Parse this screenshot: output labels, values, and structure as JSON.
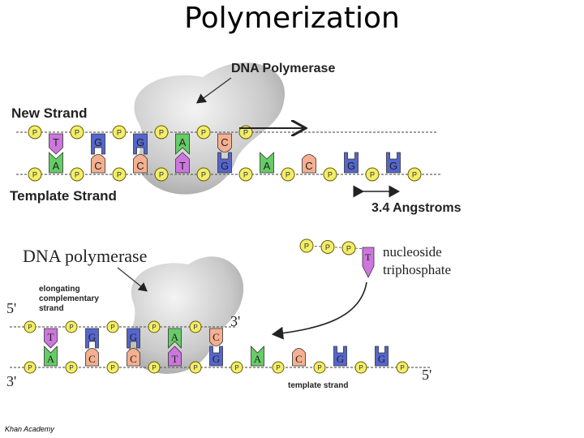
{
  "title": "Polymerization",
  "credit": "Khan Academy",
  "top_diagram": {
    "enzyme_label": "DNA Polymerase",
    "new_strand_label": "New Strand",
    "template_strand_label": "Template Strand",
    "spacing_label": "3.4 Angstroms",
    "phosphate": "P",
    "new_strand_bases": [
      "T",
      "G",
      "G",
      "A",
      "C"
    ],
    "template_strand_bases": [
      "A",
      "C",
      "C",
      "T",
      "G",
      "A",
      "C",
      "G",
      "G"
    ]
  },
  "bottom_diagram": {
    "enzyme_label": "DNA polymerase",
    "elongating_label_1": "elongating",
    "elongating_label_2": "complementary",
    "elongating_label_3": "strand",
    "nucleoside_label_1": "nucleoside",
    "nucleoside_label_2": "triphosphate",
    "nucleoside_base": "T",
    "template_label": "template strand",
    "five_prime_top": "5'",
    "three_prime_bottom": "3'",
    "three_prime_top": "3'",
    "five_prime_bottom": "5'",
    "phosphate": "P",
    "new_strand_bases": [
      "T",
      "G",
      "G",
      "A",
      "C"
    ],
    "template_strand_bases": [
      "A",
      "C",
      "C",
      "T",
      "G",
      "A",
      "C",
      "G",
      "G"
    ]
  },
  "colors": {
    "A": "#66cc66",
    "T": "#cc77dd",
    "G": "#5566cc",
    "C": "#f4b090",
    "phosphate": "#f2ee6a",
    "enzyme": "#cfcfcf"
  }
}
